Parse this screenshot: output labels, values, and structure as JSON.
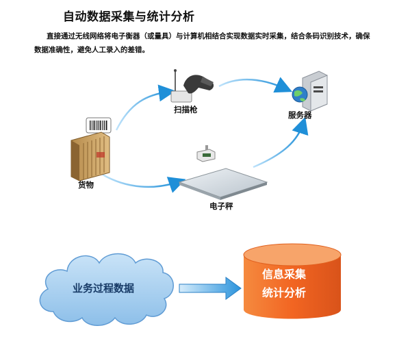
{
  "title": "自动数据采集与统计分析",
  "description": "直接通过无线网络将电子衡器（或量具）与计算机相结合实现数据实时采集，结合条码识别技术，确保数据准确性，避免人工录入的差错。",
  "nodes": {
    "scanner": "扫描枪",
    "server": "服务器",
    "goods": "货物",
    "scale": "电子秤"
  },
  "process": {
    "cloud_label": "业务过程数据",
    "result_line1": "信息采集",
    "result_line2": "统计分析"
  },
  "colors": {
    "cloud_fill": "#a9d0ef",
    "cloud_edge": "#4f8fcf",
    "arrow": "#1f8fd8",
    "cylinder_fill": "#f26522",
    "cylinder_top": "#f7a46a",
    "result_text": "#ffffff"
  }
}
